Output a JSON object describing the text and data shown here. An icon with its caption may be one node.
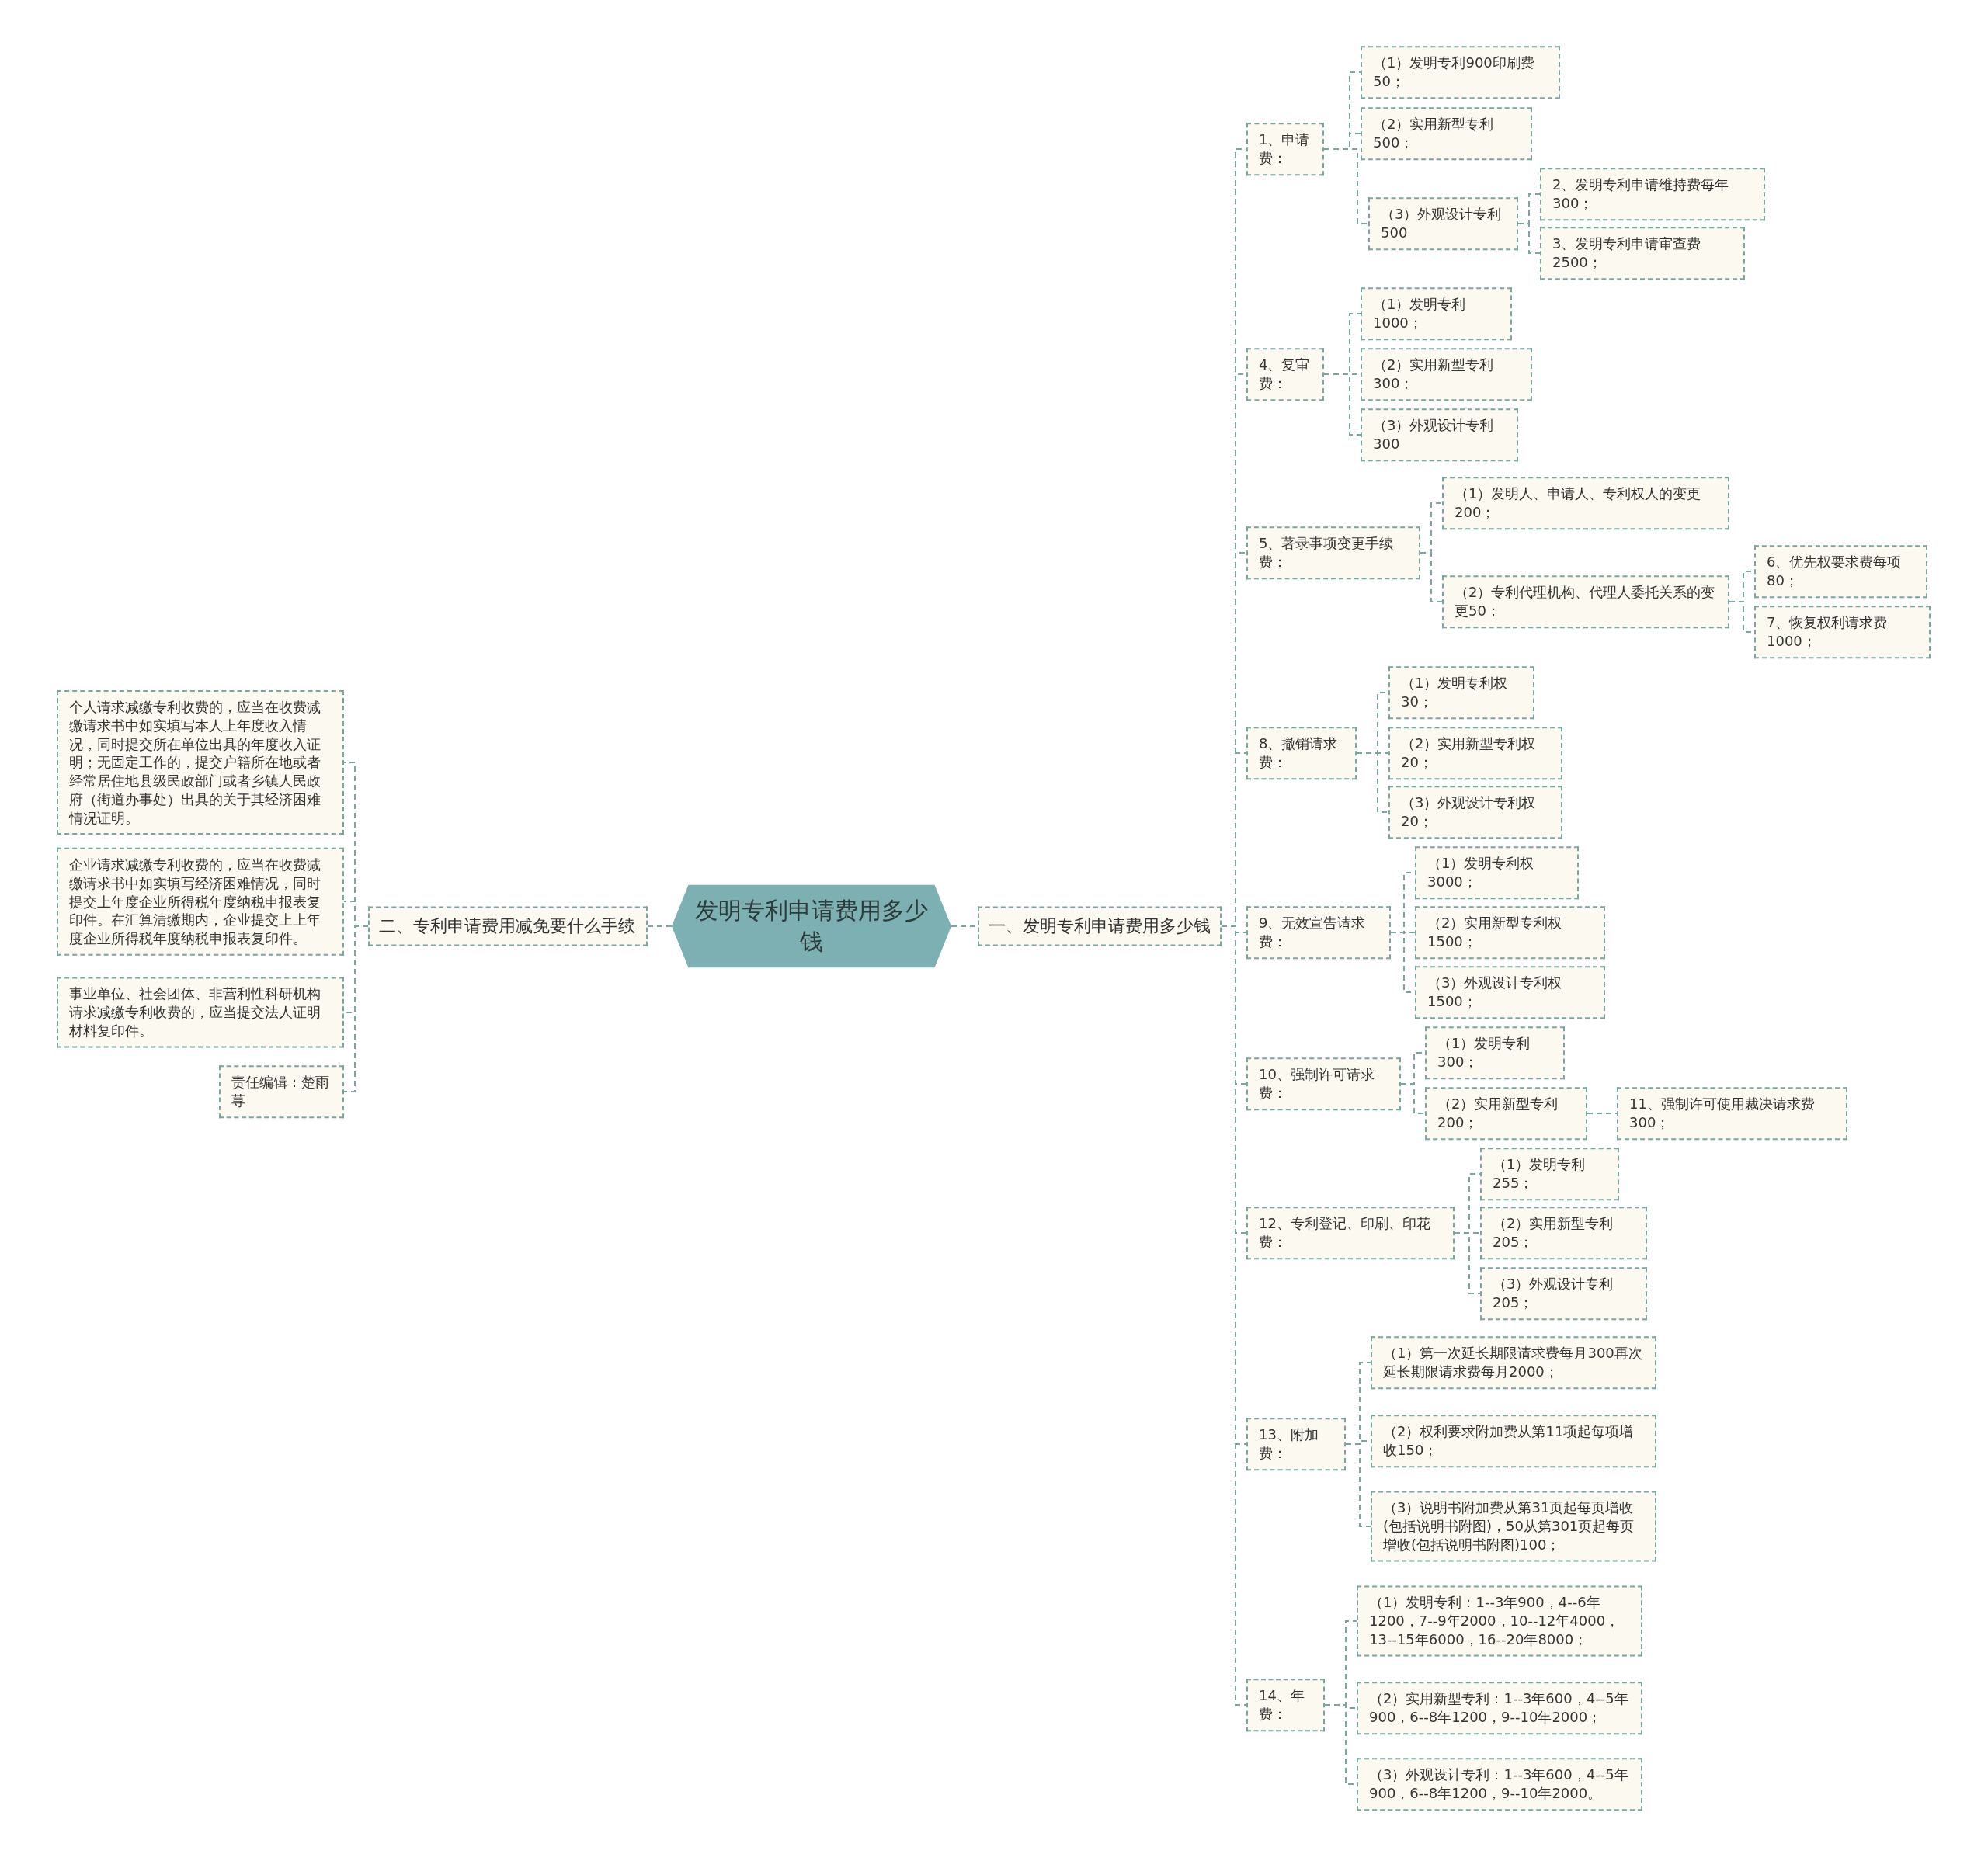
{
  "diagram": {
    "nodes": [
      {
        "text": [
          "发明专利申请费用多少钱"
        ]
      },
      {
        "text": [
          "二、专利申请费用减免要什么手续"
        ]
      },
      {
        "text": [
          "个人请求减缴专利收费的，应当在收费减缴请求书中如实填写本人上年度收入情况，同时提交所在单位出具的年度收入证明；无固定工作的，提交户籍所在地或者经常居住地县级民政部门或者乡镇人民政府（街道办事处）出具的关于其经济困难情况证明。"
        ]
      },
      {
        "text": [
          "企业请求减缴专利收费的，应当在收费减缴请求书中如实填写经济困难情况，同时提交上年度企业所得税年度纳税申报表复印件。在汇算清缴期内，企业提交上上年度企业所得税年度纳税申报表复印件。"
        ]
      },
      {
        "text": [
          "事业单位、社会团体、非营利性科研机构请求减缴专利收费的，应当提交法人证明材料复印件。"
        ]
      },
      {
        "text": [
          "责任编辑：楚雨荨"
        ]
      },
      {
        "text": [
          "一、发明专利申请费用多少钱"
        ]
      },
      {
        "text": [
          "1、申请费："
        ]
      },
      {
        "text": [
          "（1）发明专利900印刷费50；"
        ]
      },
      {
        "text": [
          "（2）实用新型专利500；"
        ]
      },
      {
        "text": [
          "（3）外观设计专利500"
        ]
      },
      {
        "text": [
          "2、发明专利申请维持费每年300；"
        ]
      },
      {
        "text": [
          "3、发明专利申请审查费2500；"
        ]
      },
      {
        "text": [
          "4、复审费："
        ]
      },
      {
        "text": [
          "（1）发明专利1000；"
        ]
      },
      {
        "text": [
          "（2）实用新型专利300；"
        ]
      },
      {
        "text": [
          "（3）外观设计专利300"
        ]
      },
      {
        "text": [
          "5、著录事项变更手续费："
        ]
      },
      {
        "text": [
          "（1）发明人、申请人、专利权人的变更200；"
        ]
      },
      {
        "text": [
          "（2）专利代理机构、代理人委托关系的变更50；"
        ]
      },
      {
        "text": [
          "6、优先权要求费每项80；"
        ]
      },
      {
        "text": [
          "7、恢复权利请求费1000；"
        ]
      },
      {
        "text": [
          "8、撤销请求费："
        ]
      },
      {
        "text": [
          "（1）发明专利权30；"
        ]
      },
      {
        "text": [
          "（2）实用新型专利权20；"
        ]
      },
      {
        "text": [
          "（3）外观设计专利权20；"
        ]
      },
      {
        "text": [
          "9、无效宣告请求费："
        ]
      },
      {
        "text": [
          "（1）发明专利权3000；"
        ]
      },
      {
        "text": [
          "（2）实用新型专利权1500；"
        ]
      },
      {
        "text": [
          "（3）外观设计专利权1500；"
        ]
      },
      {
        "text": [
          "10、强制许可请求费："
        ]
      },
      {
        "text": [
          "（1）发明专利300；"
        ]
      },
      {
        "text": [
          "（2）实用新型专利200；"
        ]
      },
      {
        "text": [
          "11、强制许可使用裁决请求费300；"
        ]
      },
      {
        "text": [
          "12、专利登记、印刷、印花费："
        ]
      },
      {
        "text": [
          "（1）发明专利255；"
        ]
      },
      {
        "text": [
          "（2）实用新型专利205；"
        ]
      },
      {
        "text": [
          "（3）外观设计专利205；"
        ]
      },
      {
        "text": [
          "13、附加费："
        ]
      },
      {
        "text": [
          "（1）第一次延长期限请求费每月300再次延长期限请求费每月2000；"
        ]
      },
      {
        "text": [
          "（2）权利要求附加费从第11项起每项增收150；"
        ]
      },
      {
        "text": [
          "（3）说明书附加费从第31页起每页增收(包括说明书附图)，50从第301页起每页增收(包括说明书附图)100；"
        ]
      },
      {
        "text": [
          "14、年费："
        ]
      },
      {
        "text": [
          "（1）发明专利：1--3年900，4--6年1200，7--9年2000，10--12年4000，13--15年6000，16--20年8000；"
        ]
      },
      {
        "text": [
          "（2）实用新型专利：1--3年600，4--5年900，6--8年1200，9--10年2000；"
        ]
      },
      {
        "text": [
          "（3）外观设计专利：1--3年600，4--5年900，6--8年1200，9--10年2000。"
        ]
      }
    ],
    "edges": [
      {
        "from": 0,
        "to": 1,
        "arrow": "none"
      },
      {
        "from": 0,
        "to": 6,
        "arrow": "none"
      },
      {
        "from": 1,
        "to": 2,
        "arrow": "none"
      },
      {
        "from": 1,
        "to": 3,
        "arrow": "none"
      },
      {
        "from": 1,
        "to": 4,
        "arrow": "none"
      },
      {
        "from": 1,
        "to": 5,
        "arrow": "none"
      },
      {
        "from": 6,
        "to": 7,
        "arrow": "none"
      },
      {
        "from": 6,
        "to": 13,
        "arrow": "none"
      },
      {
        "from": 6,
        "to": 17,
        "arrow": "none"
      },
      {
        "from": 6,
        "to": 22,
        "arrow": "none"
      },
      {
        "from": 6,
        "to": 26,
        "arrow": "none"
      },
      {
        "from": 6,
        "to": 30,
        "arrow": "none"
      },
      {
        "from": 6,
        "to": 34,
        "arrow": "none"
      },
      {
        "from": 6,
        "to": 38,
        "arrow": "none"
      },
      {
        "from": 6,
        "to": 42,
        "arrow": "none"
      },
      {
        "from": 7,
        "to": 8,
        "arrow": "none"
      },
      {
        "from": 7,
        "to": 9,
        "arrow": "none"
      },
      {
        "from": 7,
        "to": 10,
        "arrow": "none"
      },
      {
        "from": 10,
        "to": 11,
        "arrow": "none"
      },
      {
        "from": 10,
        "to": 12,
        "arrow": "none"
      },
      {
        "from": 13,
        "to": 14,
        "arrow": "none"
      },
      {
        "from": 13,
        "to": 15,
        "arrow": "none"
      },
      {
        "from": 13,
        "to": 16,
        "arrow": "none"
      },
      {
        "from": 17,
        "to": 18,
        "arrow": "none"
      },
      {
        "from": 17,
        "to": 19,
        "arrow": "none"
      },
      {
        "from": 19,
        "to": 20,
        "arrow": "none"
      },
      {
        "from": 19,
        "to": 21,
        "arrow": "none"
      },
      {
        "from": 22,
        "to": 23,
        "arrow": "none"
      },
      {
        "from": 22,
        "to": 24,
        "arrow": "none"
      },
      {
        "from": 22,
        "to": 25,
        "arrow": "none"
      },
      {
        "from": 26,
        "to": 27,
        "arrow": "none"
      },
      {
        "from": 26,
        "to": 28,
        "arrow": "none"
      },
      {
        "from": 26,
        "to": 29,
        "arrow": "none"
      },
      {
        "from": 30,
        "to": 31,
        "arrow": "none"
      },
      {
        "from": 30,
        "to": 32,
        "arrow": "none"
      },
      {
        "from": 32,
        "to": 33,
        "arrow": "none"
      },
      {
        "from": 34,
        "to": 35,
        "arrow": "none"
      },
      {
        "from": 34,
        "to": 36,
        "arrow": "none"
      },
      {
        "from": 34,
        "to": 37,
        "arrow": "none"
      },
      {
        "from": 38,
        "to": 39,
        "arrow": "none"
      },
      {
        "from": 38,
        "to": 40,
        "arrow": "none"
      },
      {
        "from": 38,
        "to": 41,
        "arrow": "none"
      },
      {
        "from": 42,
        "to": 43,
        "arrow": "none"
      },
      {
        "from": 42,
        "to": 44,
        "arrow": "none"
      },
      {
        "from": 42,
        "to": 45,
        "arrow": "none"
      }
    ]
  }
}
